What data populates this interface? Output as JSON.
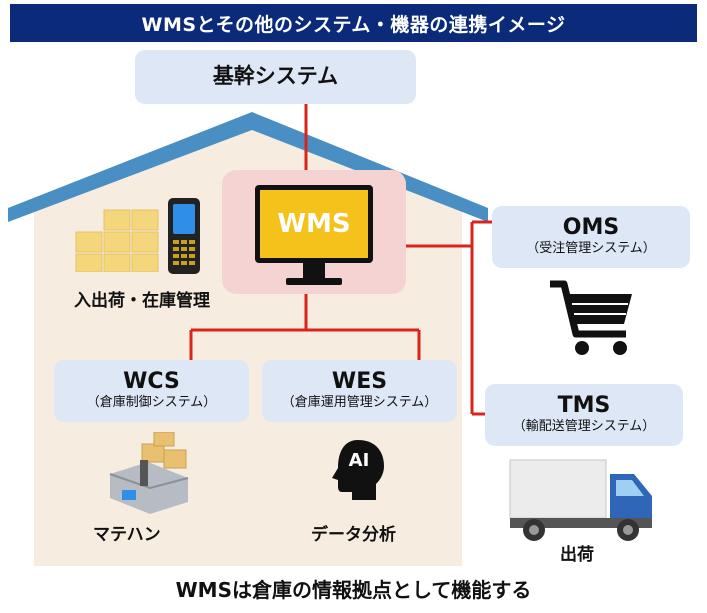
{
  "header": {
    "title": "WMSとその他のシステム・機器の連携イメージ"
  },
  "core": {
    "title": "基幹システム"
  },
  "wms": {
    "label": "WMS"
  },
  "oms": {
    "title": "OMS",
    "subtitle": "（受注管理システム）"
  },
  "tms": {
    "title": "TMS",
    "subtitle": "（輸配送管理システム）"
  },
  "wcs": {
    "title": "WCS",
    "subtitle": "（倉庫制御システム）"
  },
  "wes": {
    "title": "WES",
    "subtitle": "（倉庫運用管理システム）"
  },
  "labels": {
    "inventory": "入出荷・在庫管理",
    "material_handling": "マテハン",
    "data_analysis": "データ分析",
    "shipping": "出荷",
    "ai": "AI"
  },
  "footer": {
    "caption": "WMSは倉庫の情報拠点として機能する"
  },
  "colors": {
    "banner": "#0b2a7a",
    "roof": "#4a8fc3",
    "house": "#f6ece0",
    "line": "#d9241c",
    "wms_screen": "#f4c21a"
  }
}
